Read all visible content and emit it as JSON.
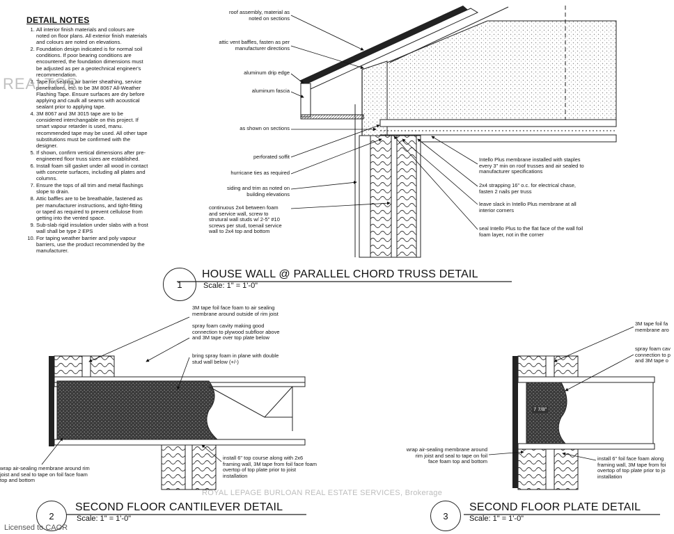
{
  "notes": {
    "heading": "DETAIL NOTES",
    "items": [
      "All interior finish materials and colours are noted on floor plans. All exterior finish materials and colours are noted on elevations.",
      "Foundation design indicated is for normal soil conditions. If poor bearing conditions are encountered, the foundation dimensions must be adjusted as per a geotechnical engineer's recommendation.",
      "Tape for sealing air barrier sheathing, service penetrations, etc. to be 3M 8067 All-Weather Flashing Tape. Ensure surfaces are dry before applying and caulk all seams with acoustical sealant prior to applying tape.",
      "3M 8067 and 3M 3015 tape are to be considered interchangable on this project. If smart vapour retarder is used, manu. recommended tape may be used. All other tape substitutions must be confirmed with the designer.",
      "If shown, confirm vertical dimensions after pre-engineered floor truss sizes are established.",
      "Install foam sill gasket under all wood in contact with concrete surfaces, including all plates and columns.",
      "Ensure the tops of all trim and metal flashings slope to drain.",
      "Attic baffles are to be breathable, fastened as per manufacturer instructions, and tight-fitting or taped as required to prevent cellulose from getting into the vented space.",
      "Sub-slab rigid insulation under slabs with a frost wall shall be type 2 EPS",
      "For taping weather barrier and poly vapour barriers, use the product recommended by the manufacturer."
    ]
  },
  "watermark": {
    "realtor": "REALTOR",
    "brokerage": "ROYAL LEPAGE BURLOAN REAL ESTATE SERVICES, Brokerage",
    "license": "Licensed to CAOR"
  },
  "detail1": {
    "number": "1",
    "title": "HOUSE WALL @ PARALLEL CHORD TRUSS DETAIL",
    "scale": "Scale: 1\" = 1'-0\"",
    "labels_left": [
      "roof assembly, material as\nnoted on sections",
      "attic vent baffles, fasten as per\nmanufacturer directions",
      "aluminum drip edge",
      "aluminum fascia",
      "as shown on sections",
      "perforated soffit",
      "hurricane ties as required",
      "siding and trim as noted on\nbuilding elevations",
      "continuous 2x4 between foam\nand service wall, screw to\nstrutural wall studs w/ 2-5\" #10\nscrews per stud, toenail service\nwall to 2x4 top and bottom"
    ],
    "labels_right": [
      "Intello Plus membrane installed with staples\nevery 3\" min on roof trusses and air sealed to\nmanufacturer specifications",
      "2x4 strapping 16\" o.c. for electrical chase,\nfasten 2 nails per truss",
      "leave slack in Intello Plus membrane at all\ninterior corners",
      "seal Intello Plus to the flat face of the wall foil\nfoam layer, not in the corner"
    ]
  },
  "detail2": {
    "number": "2",
    "title": "SECOND FLOOR CANTILEVER DETAIL",
    "scale": "Scale: 1\" = 1'-0\"",
    "labels": [
      "3M tape foil face foam to air sealing\nmembrane around outside of rim joist",
      "spray foam cavity making good\nconnection to plywood subfloor above\nand 3M tape over top plate below",
      "bring spray foam in plane with double\nstud wall below (+/-)",
      "install 6\" top course along with 2x6\nframing wall, 3M tape from foil face foam\novertop of top plate prior to joist\ninstallation",
      "wrap air-sealing membrane around rim\njoist and seal to tape on foil face foam\ntop and bottom"
    ]
  },
  "detail3": {
    "number": "3",
    "title": "SECOND FLOOR PLATE DETAIL",
    "scale": "Scale: 1\" = 1'-0\"",
    "dimension": "7 7/8\"",
    "labels": [
      "3M tape foil fa\nmembrane aro",
      "spray foam cav\nconnection to p\nand 3M tape o",
      "wrap air-sealing membrane around\nrim joist and seal to tape on foil\nface foam top and bottom",
      "install 6\" foil face foam along\nframing wall, 3M tape from foi\novertop of top plate prior to jo\ninstallation"
    ]
  }
}
